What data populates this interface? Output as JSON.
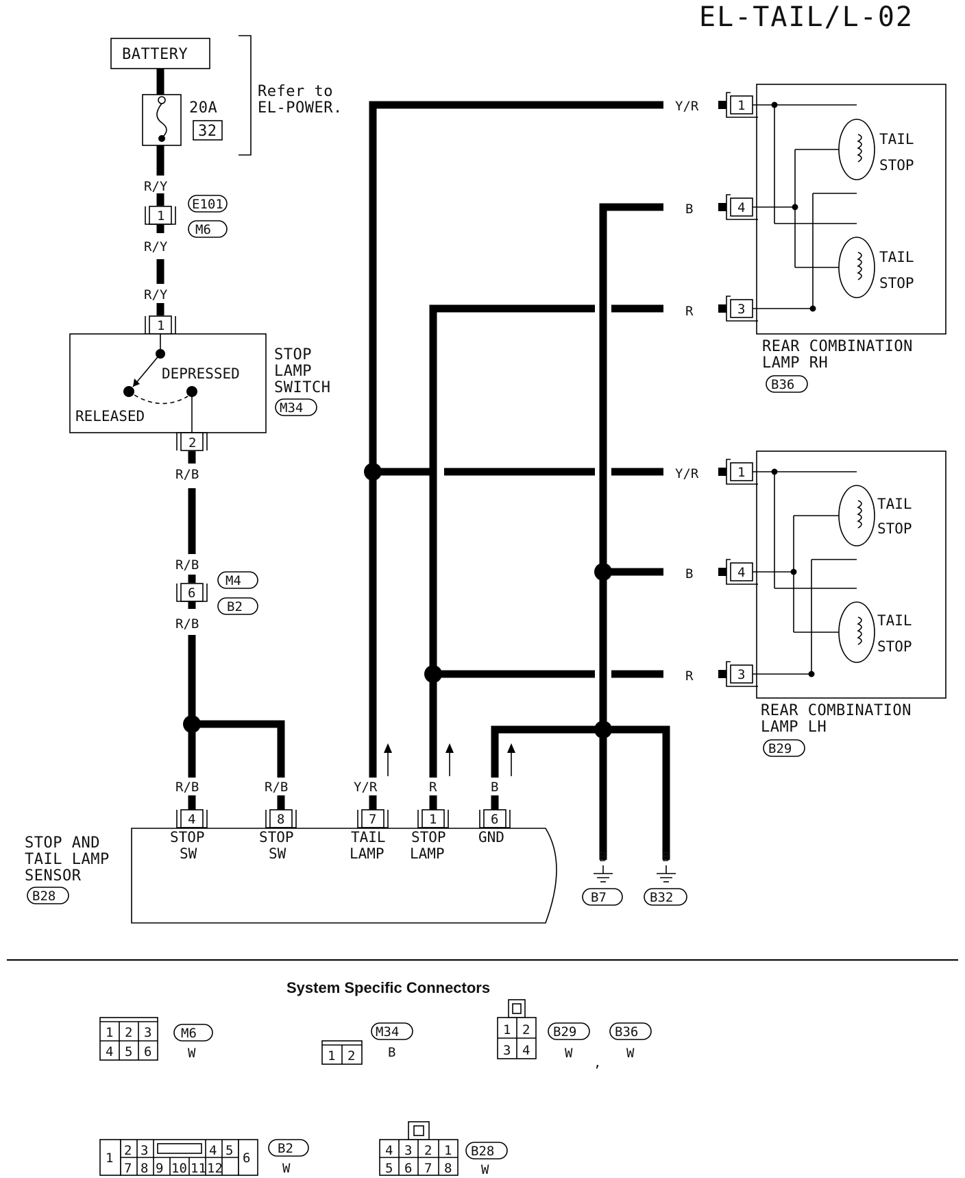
{
  "title": "EL-TAIL/L-02",
  "power": {
    "battery_label": "BATTERY",
    "fuse_rating": "20A",
    "fuse_number": "32",
    "refer_line1": "Refer to",
    "refer_line2": "EL-POWER."
  },
  "wires": {
    "ry": "R/Y",
    "rb": "R/B",
    "yr": "Y/R",
    "r": "R",
    "b": "B"
  },
  "connectors": {
    "e101": "E101",
    "m6": "M6",
    "m34": "M34",
    "m4": "M4",
    "b2": "B2",
    "b36": "B36",
    "b29": "B29",
    "b28": "B28",
    "b7": "B7",
    "b32": "B32"
  },
  "pins": {
    "p1": "1",
    "p2": "2",
    "p3": "3",
    "p4": "4",
    "p6": "6",
    "p7": "7",
    "p8": "8"
  },
  "switch": {
    "line1": "STOP",
    "line2": "LAMP",
    "line3": "SWITCH",
    "depressed": "DEPRESSED",
    "released": "RELEASED"
  },
  "lamp_labels": {
    "tail": "TAIL",
    "stop": "STOP"
  },
  "rear_rh": {
    "line1": "REAR COMBINATION",
    "line2": "LAMP RH"
  },
  "rear_lh": {
    "line1": "REAR COMBINATION",
    "line2": "LAMP LH"
  },
  "sensor": {
    "line1": "STOP AND",
    "line2": "TAIL LAMP",
    "line3": "SENSOR",
    "stop": "STOP",
    "sw": "SW",
    "tail": "TAIL",
    "lamp": "LAMP",
    "gnd": "GND"
  },
  "connectors_section": {
    "heading": "System Specific Connectors",
    "color_w": "W",
    "color_b": "B",
    "comma": ",",
    "b2_pins_top": [
      "2",
      "3",
      "4",
      "5"
    ],
    "b2_pins_bottom": [
      "7",
      "8",
      "9",
      "10",
      "11",
      "12"
    ],
    "b2_side_left": "1",
    "b2_side_right": "6",
    "b28_top": [
      "4",
      "3",
      "2",
      "1"
    ],
    "b28_bottom": [
      "5",
      "6",
      "7",
      "8"
    ]
  }
}
